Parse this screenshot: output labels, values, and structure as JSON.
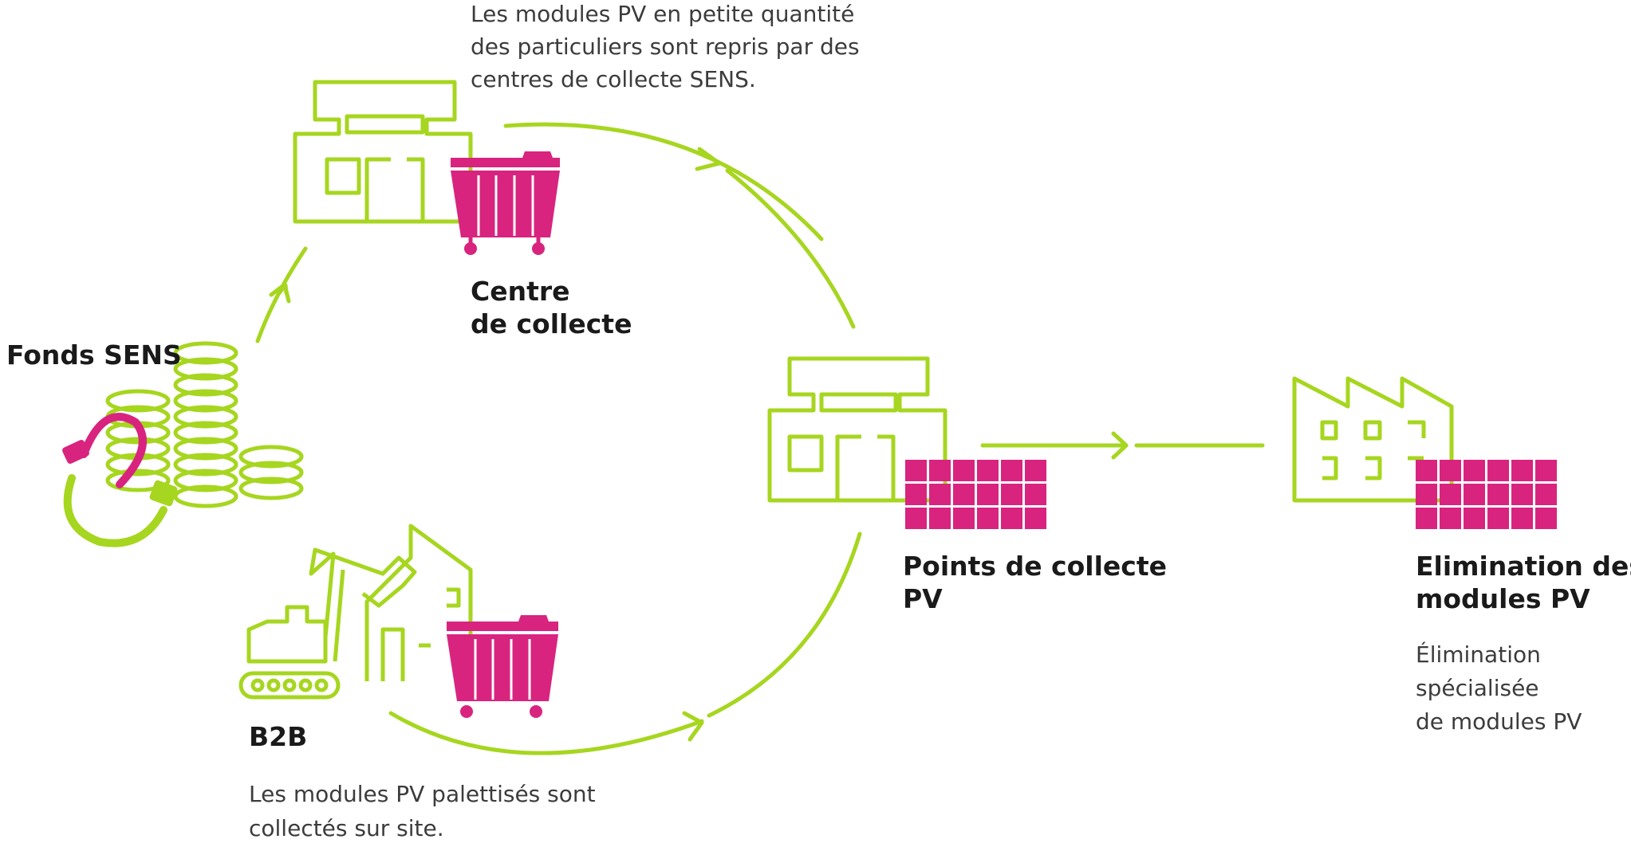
{
  "colors": {
    "green": "#a6d61f",
    "magenta": "#d8247f",
    "text": "#1a1a1a",
    "desc": "#3c3c3c"
  },
  "nodes": {
    "fonds": {
      "title": "Fonds SENS"
    },
    "centre": {
      "title_line1": "Centre",
      "title_line2": "de collecte",
      "desc_line1": "Les modules PV en petite quantité",
      "desc_line2": "des particuliers sont repris par des",
      "desc_line3": "centres de collecte SENS."
    },
    "b2b": {
      "title": "B2B",
      "desc_line1": "Les modules PV palettisés sont",
      "desc_line2": "collectés sur site."
    },
    "points": {
      "title_line1": "Points de collecte",
      "title_line2": "PV"
    },
    "elimination": {
      "title_line1": "Elimination des",
      "title_line2": "modules PV",
      "desc_line1": "Élimination",
      "desc_line2": "spécialisée",
      "desc_line3": "de modules PV"
    }
  },
  "icons": {
    "fonds": [
      "coins-stack-icon",
      "plug-icon"
    ],
    "centre": [
      "shop-building-icon",
      "dumpster-icon"
    ],
    "b2b": [
      "excavator-icon",
      "building-icon",
      "dumpster-icon"
    ],
    "points": [
      "shop-building-icon",
      "solar-panel-icon"
    ],
    "elimination": [
      "factory-icon",
      "solar-panel-icon"
    ]
  }
}
